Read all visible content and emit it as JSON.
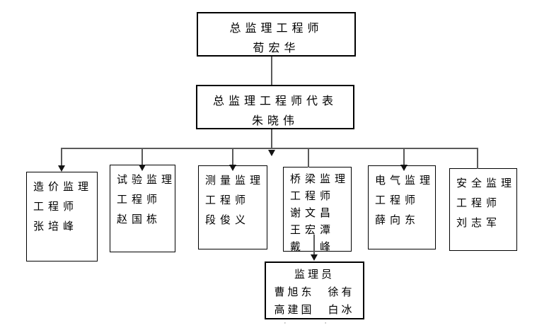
{
  "chart": {
    "root": {
      "title": "总监理工程师",
      "name": "荀宏华"
    },
    "deputy": {
      "title": "总监理工程师代表",
      "name": "朱晓伟"
    },
    "departments": [
      {
        "id": "cost",
        "lines": [
          "造价监理",
          "工程师",
          "张培峰"
        ]
      },
      {
        "id": "test",
        "lines": [
          "试验监理",
          "工程师",
          "赵国栋"
        ]
      },
      {
        "id": "survey",
        "lines": [
          "测量监理",
          "工程师",
          "段俊义"
        ]
      },
      {
        "id": "bridge",
        "lines": [
          "桥梁监理",
          "工程师",
          "谢文昌",
          "王宏潭",
          "戴　峰"
        ]
      },
      {
        "id": "electrical",
        "lines": [
          "电气监理",
          "工程师",
          "薛向东"
        ]
      },
      {
        "id": "safety",
        "lines": [
          "安全监理",
          "工程师",
          "刘志军"
        ]
      }
    ],
    "inspectors": {
      "title": "监理员",
      "row1": "曹旭东　徐有",
      "row2": "高建国　白冰",
      "clipped_marks": "· ·"
    }
  },
  "colors": {
    "background": "#ffffff",
    "box_border": "#000000",
    "connector_line": "#5a5a5a",
    "arrowhead": "#141414"
  }
}
